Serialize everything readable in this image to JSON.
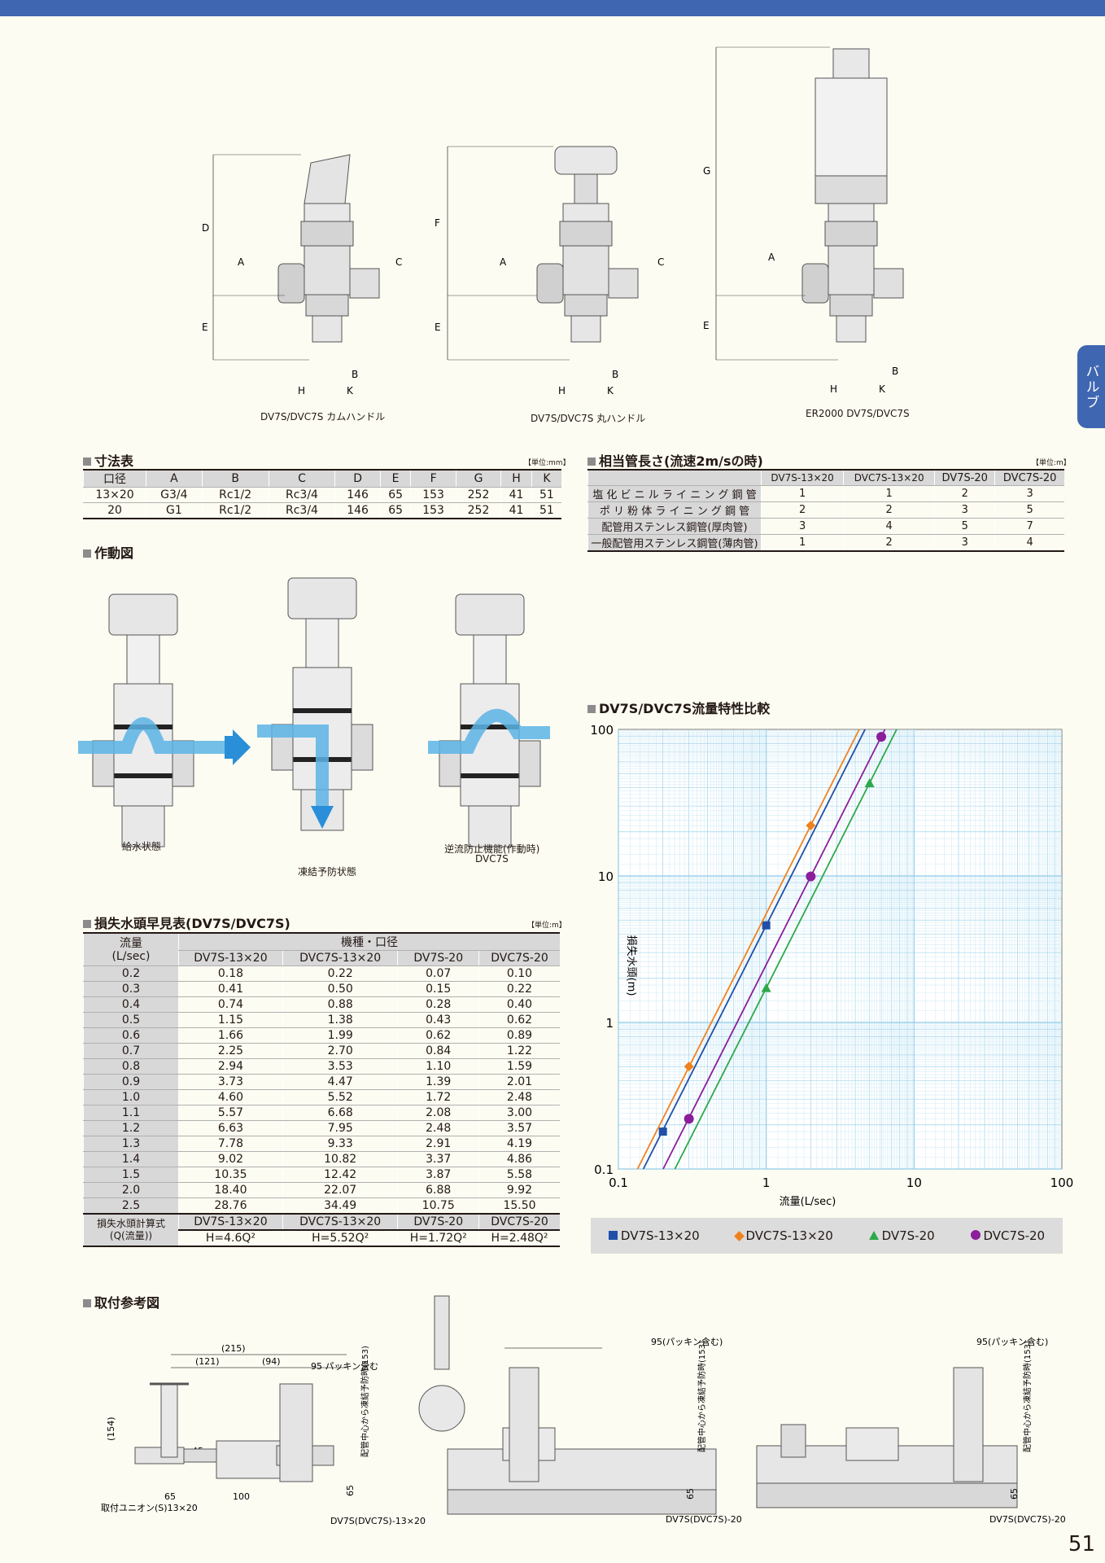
{
  "page_number": "51",
  "side_tab": "バルブ",
  "figure_captions": {
    "cam": "DV7S/DVC7S カムハンドル",
    "round": "DV7S/DVC7S 丸ハンドル",
    "er": "ER2000 DV7S/DVC7S"
  },
  "dim_letters": {
    "A": "A",
    "B": "B",
    "C": "C",
    "D": "D",
    "E": "E",
    "F": "F",
    "G": "G",
    "H": "H",
    "K": "K"
  },
  "dimensions_table": {
    "title": "寸法表",
    "unit": "【単位:mm】",
    "headers": [
      "口径",
      "A",
      "B",
      "C",
      "D",
      "E",
      "F",
      "G",
      "H",
      "K"
    ],
    "rows": [
      [
        "13×20",
        "G3/4",
        "Rc1/2",
        "Rc3/4",
        "146",
        "65",
        "153",
        "252",
        "41",
        "51"
      ],
      [
        "20",
        "G1",
        "Rc1/2",
        "Rc3/4",
        "146",
        "65",
        "153",
        "252",
        "41",
        "51"
      ]
    ]
  },
  "equiv_table": {
    "title": "相当管長さ(流速2m/sの時)",
    "unit": "【単位:m】",
    "headers": [
      "DV7S-13×20",
      "DVC7S-13×20",
      "DV7S-20",
      "DVC7S-20"
    ],
    "rows": [
      {
        "label": "塩 化 ビ ニ ル ラ イ ニ ン グ 鋼 管",
        "values": [
          "1",
          "1",
          "2",
          "3"
        ]
      },
      {
        "label": "ポ リ 粉 体 ラ イ ニ ン グ 鋼 管",
        "values": [
          "2",
          "2",
          "3",
          "5"
        ]
      },
      {
        "label": "配管用ステンレス鋼管(厚肉管)",
        "values": [
          "3",
          "4",
          "5",
          "7"
        ]
      },
      {
        "label": "一般配管用ステンレス鋼管(薄肉管)",
        "values": [
          "1",
          "2",
          "3",
          "4"
        ]
      }
    ]
  },
  "operation": {
    "title": "作動図",
    "captions": [
      "給水状態",
      "凍結予防状態",
      "逆流防止機能(作動時)",
      "DVC7S"
    ]
  },
  "loss_table": {
    "title": "損失水頭早見表(DV7S/DVC7S)",
    "unit": "【単位:m】",
    "col_group": "機種・口径",
    "row_head": [
      "流量",
      "(L/sec)"
    ],
    "headers": [
      "DV7S-13×20",
      "DVC7S-13×20",
      "DV7S-20",
      "DVC7S-20"
    ],
    "rows": [
      [
        "0.2",
        "0.18",
        "0.22",
        "0.07",
        "0.10"
      ],
      [
        "0.3",
        "0.41",
        "0.50",
        "0.15",
        "0.22"
      ],
      [
        "0.4",
        "0.74",
        "0.88",
        "0.28",
        "0.40"
      ],
      [
        "0.5",
        "1.15",
        "1.38",
        "0.43",
        "0.62"
      ],
      [
        "0.6",
        "1.66",
        "1.99",
        "0.62",
        "0.89"
      ],
      [
        "0.7",
        "2.25",
        "2.70",
        "0.84",
        "1.22"
      ],
      [
        "0.8",
        "2.94",
        "3.53",
        "1.10",
        "1.59"
      ],
      [
        "0.9",
        "3.73",
        "4.47",
        "1.39",
        "2.01"
      ],
      [
        "1.0",
        "4.60",
        "5.52",
        "1.72",
        "2.48"
      ],
      [
        "1.1",
        "5.57",
        "6.68",
        "2.08",
        "3.00"
      ],
      [
        "1.2",
        "6.63",
        "7.95",
        "2.48",
        "3.57"
      ],
      [
        "1.3",
        "7.78",
        "9.33",
        "2.91",
        "4.19"
      ],
      [
        "1.4",
        "9.02",
        "10.82",
        "3.37",
        "4.86"
      ],
      [
        "1.5",
        "10.35",
        "12.42",
        "3.87",
        "5.58"
      ],
      [
        "2.0",
        "18.40",
        "22.07",
        "6.88",
        "9.92"
      ],
      [
        "2.5",
        "28.76",
        "34.49",
        "10.75",
        "15.50"
      ]
    ],
    "formula_label": [
      "損失水頭計算式",
      "(Q(流量))"
    ],
    "formula_headers": [
      "DV7S-13×20",
      "DVC7S-13×20",
      "DV7S-20",
      "DVC7S-20"
    ],
    "formulas": [
      "H=4.6Q²",
      "H=5.52Q²",
      "H=1.72Q²",
      "H=2.48Q²"
    ]
  },
  "chart_data": {
    "type": "line",
    "title": "DV7S/DVC7S流量特性比較",
    "xlabel": "流量(L/sec)",
    "ylabel": "損失水頭(m)",
    "xscale": "log",
    "yscale": "log",
    "xlim": [
      0.1,
      100
    ],
    "ylim": [
      0.1,
      100
    ],
    "x_ticks": [
      "0.1",
      "1",
      "10",
      "100"
    ],
    "y_ticks": [
      "100",
      "10",
      "1",
      "0.1"
    ],
    "grid": true,
    "legend_position": "bottom",
    "series": [
      {
        "name": "DV7S-13×20",
        "color": "#1f4fa8",
        "marker": "square",
        "coef": 4.6,
        "points": [
          [
            0.2,
            0.18
          ],
          [
            1.0,
            4.6
          ]
        ]
      },
      {
        "name": "DVC7S-13×20",
        "color": "#f0821e",
        "marker": "diamond",
        "coef": 5.52,
        "points": [
          [
            0.3,
            0.5
          ],
          [
            2.0,
            22.07
          ]
        ]
      },
      {
        "name": "DV7S-20",
        "color": "#2ea84a",
        "marker": "triangle",
        "coef": 1.72,
        "points": [
          [
            1.0,
            1.72
          ],
          [
            5.0,
            43
          ]
        ]
      },
      {
        "name": "DVC7S-20",
        "color": "#8b1e9a",
        "marker": "circle",
        "coef": 2.48,
        "points": [
          [
            0.3,
            0.22
          ],
          [
            2.0,
            9.92
          ],
          [
            6.0,
            89
          ]
        ]
      }
    ]
  },
  "install": {
    "title": "取付参考図",
    "dims_a": [
      "(215)",
      "(121)",
      "(94)",
      "95 パッキン含む",
      "(154)",
      "45",
      "65",
      "100",
      "65",
      "配管中心から凍結予防時(153)"
    ],
    "label_a1": "取付ユニオン(S)13×20",
    "label_a2": "DV7S(DVC7S)-13×20",
    "dims_b": [
      "95(パッキン含む)",
      "配管中心から凍結予防時(153)",
      "65"
    ],
    "label_b": "DV7S(DVC7S)-20",
    "dims_c": [
      "95(パッキン含む)",
      "配管中心から凍結予防時(153)",
      "65"
    ],
    "label_c": "DV7S(DVC7S)-20"
  }
}
